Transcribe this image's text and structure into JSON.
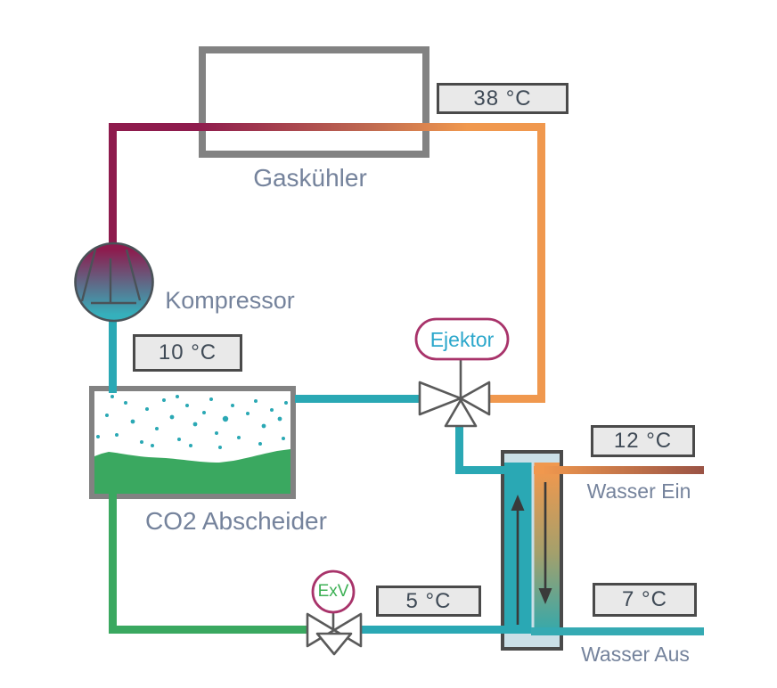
{
  "components": {
    "gaskuehler": "Gaskühler",
    "kompressor": "Kompressor",
    "co2_abscheider": "CO2 Abscheider",
    "ejektor": "Ejektor",
    "exv": "ExV"
  },
  "temperature_labels": {
    "gaskuehler_out": "38 °C",
    "kompressor_in": "10 °C",
    "wasser_ein": "12 °C",
    "exv_out": "5 °C",
    "wasser_aus": "7 °C"
  },
  "water_labels": {
    "ein": "Wasser Ein",
    "aus": "Wasser Aus"
  },
  "colors": {
    "pipe_hot_highpressure": "#8e1b4d",
    "pipe_gascooler_out_orange": "#f0984e",
    "pipe_cold_teal": "#2aa8b4",
    "pipe_liquid_green": "#3aa860",
    "pipe_water_in_end": "#9a5345",
    "pipe_water_out": "#35aab3",
    "component_border_gray": "#828282",
    "hx_border": "#4a4a4a",
    "hx_fill": "#cadfe7",
    "valve_stroke": "#5a5a5a",
    "tag_ring_magenta": "#a8336a",
    "ejektor_text": "#2ba7cb",
    "exv_text": "#3cb054",
    "label_box_bg": "#e9e9e9",
    "label_box_border": "#4a4a4a",
    "temp_text": "#3f4a56",
    "caption_text": "#75839c"
  }
}
